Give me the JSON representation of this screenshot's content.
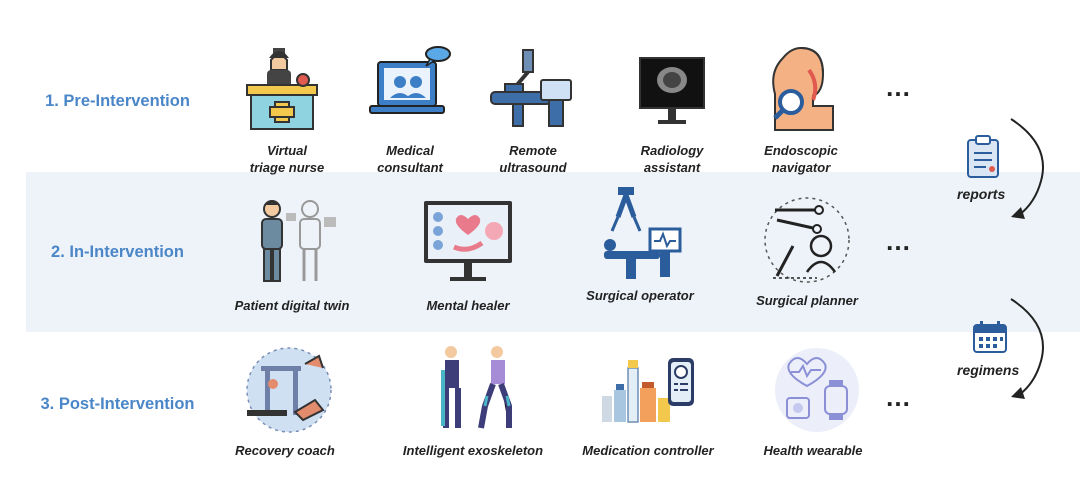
{
  "stages": [
    {
      "label": "1. Pre-Intervention"
    },
    {
      "label": "2. In-Intervention"
    },
    {
      "label": "3. Post-Intervention"
    }
  ],
  "row1": [
    {
      "label": "Virtual\ntriage nurse",
      "icon": "triage-nurse-icon"
    },
    {
      "label": "Medical\nconsultant",
      "icon": "medical-consultant-icon"
    },
    {
      "label": "Remote\nultrasound",
      "icon": "remote-ultrasound-icon"
    },
    {
      "label": "Radiology\nassistant",
      "icon": "radiology-assistant-icon"
    },
    {
      "label": "Endoscopic\nnavigator",
      "icon": "endoscopic-navigator-icon"
    }
  ],
  "row2": [
    {
      "label": "Patient digital twin",
      "icon": "digital-twin-icon"
    },
    {
      "label": "Mental healer",
      "icon": "mental-healer-icon"
    },
    {
      "label": "Surgical operator",
      "icon": "surgical-robot-icon"
    },
    {
      "label": "Surgical planner",
      "icon": "surgical-planner-icon"
    }
  ],
  "row3": [
    {
      "label": "Recovery coach",
      "icon": "recovery-coach-icon"
    },
    {
      "label": "Intelligent exoskeleton",
      "icon": "exoskeleton-icon"
    },
    {
      "label": "Medication controller",
      "icon": "medication-controller-icon"
    },
    {
      "label": "Health wearable",
      "icon": "health-wearable-icon"
    }
  ],
  "ellipsis": "…",
  "flows": [
    {
      "label": "reports",
      "icon": "clipboard-icon"
    },
    {
      "label": "regimens",
      "icon": "calendar-icon"
    }
  ],
  "colors": {
    "accent": "#4a86c8",
    "band": "#eef3f9"
  }
}
